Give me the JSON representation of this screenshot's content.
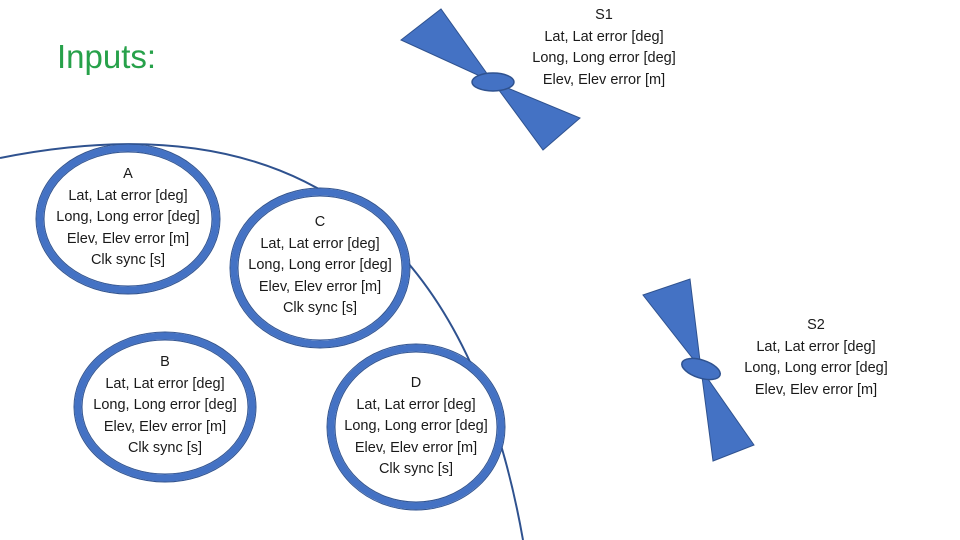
{
  "title": "Inputs:",
  "colors": {
    "accent": "#4472c4",
    "ring_outline": "#2f528f",
    "title": "#27a14a"
  },
  "receivers": [
    {
      "name": "A",
      "lines": [
        "Lat, Lat error [deg]",
        "Long, Long error [deg]",
        "Elev, Elev error [m]",
        "Clk sync [s]"
      ]
    },
    {
      "name": "B",
      "lines": [
        "Lat, Lat error [deg]",
        "Long, Long error [deg]",
        "Elev, Elev error [m]",
        "Clk sync [s]"
      ]
    },
    {
      "name": "C",
      "lines": [
        "Lat, Lat error [deg]",
        "Long, Long error [deg]",
        "Elev, Elev error [m]",
        "Clk sync [s]"
      ]
    },
    {
      "name": "D",
      "lines": [
        "Lat, Lat error [deg]",
        "Long, Long error [deg]",
        "Elev, Elev error [m]",
        "Clk sync [s]"
      ]
    }
  ],
  "satellites": [
    {
      "name": "S1",
      "lines": [
        "Lat, Lat error [deg]",
        "Long, Long error [deg]",
        "Elev, Elev error [m]"
      ],
      "icon": "satellite-icon"
    },
    {
      "name": "S2",
      "lines": [
        "Lat, Lat error [deg]",
        "Long, Long error [deg]",
        "Elev, Elev error [m]"
      ],
      "icon": "satellite-icon"
    }
  ]
}
